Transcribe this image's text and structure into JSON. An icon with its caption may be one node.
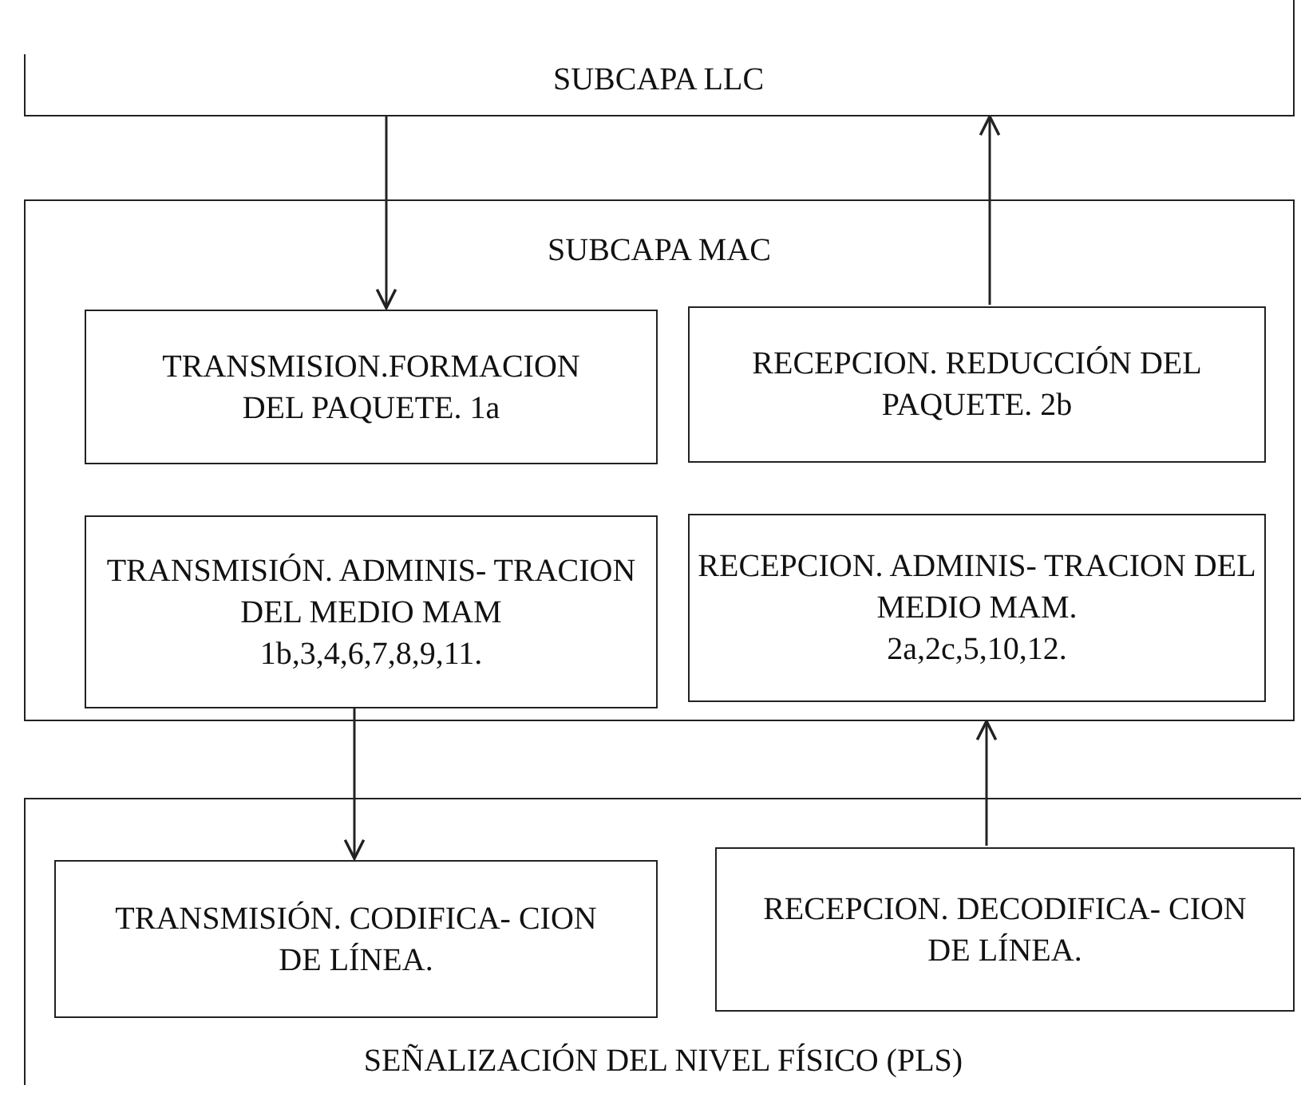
{
  "diagram": {
    "nodes": [
      {
        "text": [
          "SUBCAPA LLC"
        ]
      },
      {
        "text": [
          "SUBCAPA MAC"
        ]
      },
      {
        "text": [
          "TRANSMISION.FORMACION DEL PAQUETE. 1a"
        ],
        "in": 1
      },
      {
        "text": [
          "RECEPCION. REDUCCIÓN DEL PAQUETE. 2b"
        ],
        "in": 1
      },
      {
        "text": [
          "TRANSMISIÓN. ADMINIS- TRACION DEL MEDIO MAM",
          "1b,3,4,6,7,8,9,11."
        ],
        "in": 1
      },
      {
        "text": [
          "RECEPCION. ADMINIS- TRACION DEL MEDIO MAM.",
          "2a,2c,5,10,12."
        ],
        "in": 1
      },
      {
        "text": [
          "SEÑALIZACIÓN DEL NIVEL FÍSICO (PLS)"
        ]
      },
      {
        "text": [
          "TRANSMISIÓN. CODIFICA- CION DE LÍNEA."
        ],
        "in": 6
      },
      {
        "text": [
          "RECEPCION. DECODIFICA- CION DE LÍNEA."
        ],
        "in": 6
      }
    ],
    "edges": [
      {
        "from": 0,
        "to": 2,
        "arrow": "to"
      },
      {
        "from": 3,
        "to": 0,
        "arrow": "to"
      },
      {
        "from": 4,
        "to": 7,
        "arrow": "to"
      },
      {
        "from": 8,
        "to": 1,
        "arrow": "to"
      }
    ]
  }
}
